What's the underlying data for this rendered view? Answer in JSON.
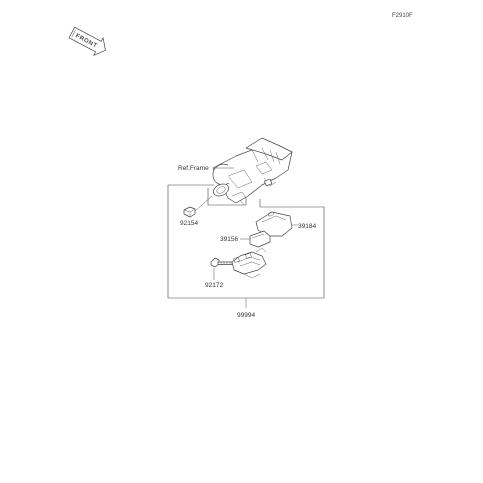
{
  "figure_code": "F2910F",
  "front_arrow": {
    "label": "FRONT",
    "icon": "front-direction-arrow-icon"
  },
  "callouts": {
    "ref_frame": "Ref.Frame",
    "p92154": "92154",
    "p39156": "39156",
    "p39184": "39184",
    "p92172": "92172",
    "p99994": "99994"
  },
  "colors": {
    "line": "#444444",
    "text": "#333333",
    "background": "#ffffff"
  }
}
